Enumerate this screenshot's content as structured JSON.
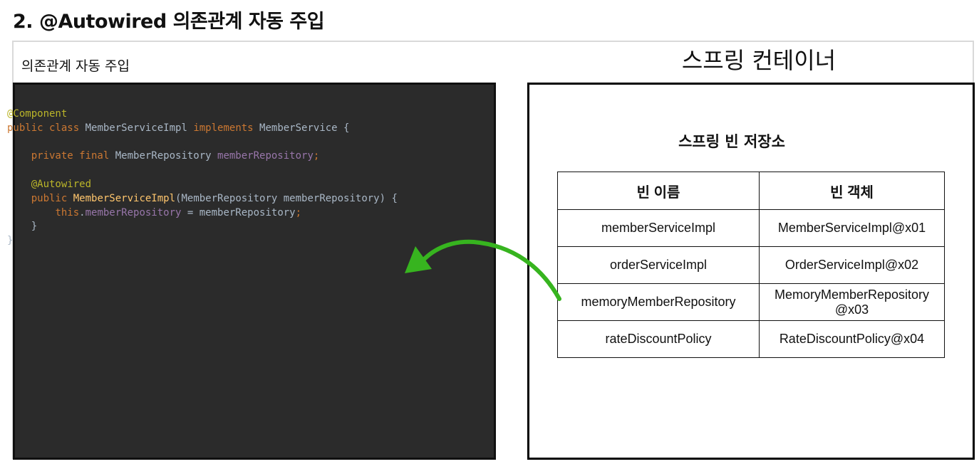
{
  "heading": "2. @Autowired 의존관계 자동 주입",
  "left_panel": {
    "title": "의존관계 자동 주입",
    "code": {
      "line1_annotation": "@Component",
      "line2_kw": "public class",
      "line2_name": " MemberServiceImpl ",
      "line2_kw2": "implements",
      "line2_rest": " MemberService {",
      "line4_indent": "    ",
      "line4_kw": "private final",
      "line4_type": " MemberRepository ",
      "line4_field": "memberRepository",
      "line4_semi": ";",
      "line6_annotation": "@Autowired",
      "line7_kw": "public",
      "line7_fn": "MemberServiceImpl",
      "line7_rest": "(MemberRepository memberRepository) {",
      "line8_kw": "this",
      "line8_dot": ".",
      "line8_field": "memberRepository",
      "line8_rest": " = memberRepository",
      "line8_semi": ";",
      "line9": "    }",
      "line10": "}"
    }
  },
  "container": {
    "title": "스프링 컨테이너",
    "repository_title": "스프링 빈 저장소",
    "table": {
      "headers": [
        "빈 이름",
        "빈 객체"
      ],
      "rows": [
        [
          "memberServiceImpl",
          "MemberServiceImpl@x01"
        ],
        [
          "orderServiceImpl",
          "OrderServiceImpl@x02"
        ],
        [
          "memoryMemberRepository",
          "MemoryMemberRepository\n@x03"
        ],
        [
          "rateDiscountPolicy",
          "RateDiscountPolicy@x04"
        ]
      ]
    }
  },
  "colors": {
    "code_background": "#2b2b2b",
    "arrow": "#37b41f",
    "annotation": "#bbb529",
    "keyword": "#cc7832",
    "field": "#9876aa",
    "function": "#ffc66d"
  }
}
